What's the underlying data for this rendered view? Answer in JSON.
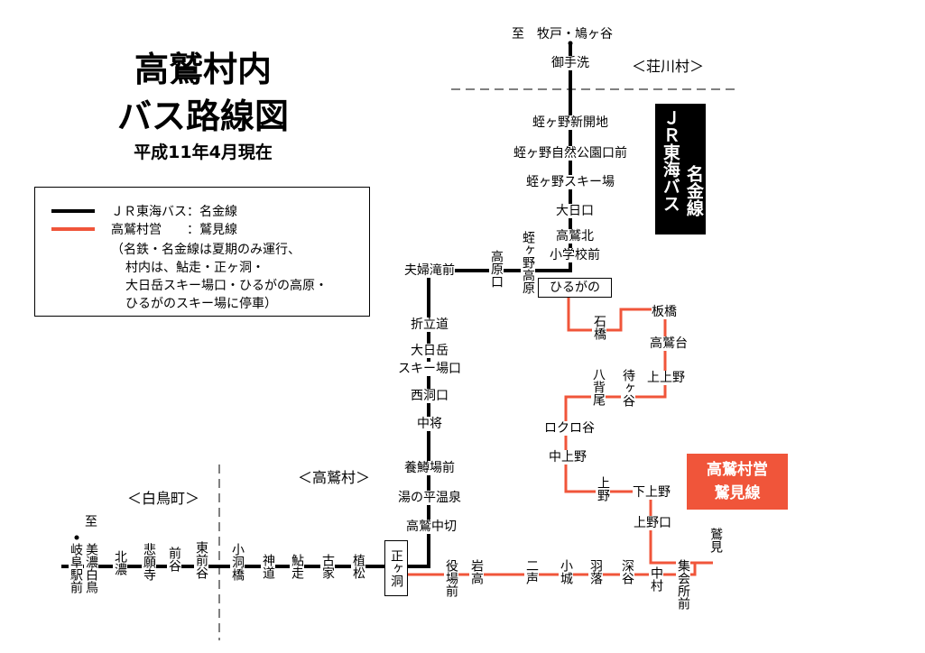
{
  "title_lines": [
    "高鷲村内",
    "バス路線図"
  ],
  "subtitle": "平成11年4月現在",
  "legend": {
    "jr_line": "ＪＲ東海バス：名金線",
    "village_line": "高鷲村営　　：鷲見線",
    "note_lines": [
      "（名鉄・名金線は夏期のみ運行、",
      "村内は、鮎走・正ヶ洞・",
      "大日岳スキー場口・ひるがの高原・",
      "ひるがのスキー場に停車）"
    ]
  },
  "jr_box": {
    "col1": "ＪＲ東海バス",
    "col2": "名金線"
  },
  "owned_box": {
    "line1": "高鷲村営",
    "line2": "鷲見線"
  },
  "regions": {
    "shokawa": "＜荘川村＞",
    "takasu": "＜高鷲村＞",
    "shirotori": "＜白鳥町＞"
  },
  "to_north": "至　牧戸・鳩ヶ谷",
  "to_south_lines": [
    "至",
    "・"
  ],
  "box_stops": {
    "hirugano": "ひるがの",
    "shogahora": "正ヶ洞"
  },
  "stops_horizontal": [
    "御手洗",
    "蛭ヶ野新開地",
    "蛭ヶ野自然公園口前",
    "蛭ヶ野スキー場",
    "大日口",
    "高鷲北",
    "小学校前",
    "夫婦滝前",
    "板橋",
    "高鷲台",
    "上上野",
    "ロクロ谷",
    "中上野",
    "下上野",
    "上野口",
    "折立道",
    "大日岳",
    "スキー場口",
    "西洞口",
    "中将",
    "養鱒場前",
    "湯の平温泉",
    "高鷲中切"
  ],
  "stops_vertical": [
    "高原口",
    "蛭ヶ野高原",
    "石橋",
    "八背尾",
    "待ヶ谷",
    "上野",
    "鷲見",
    "集会所前",
    "中村",
    "深谷",
    "羽落",
    "小城",
    "二声",
    "岩高",
    "役場前",
    "植松",
    "古家",
    "鮎走",
    "神道",
    "小洞橋",
    "東前谷",
    "前谷",
    "悲願寺",
    "北濃",
    "美濃白鳥",
    "岐阜駅前"
  ],
  "colors": {
    "jr_line": "#000000",
    "village_line": "#f0553a",
    "text": "#000000"
  }
}
